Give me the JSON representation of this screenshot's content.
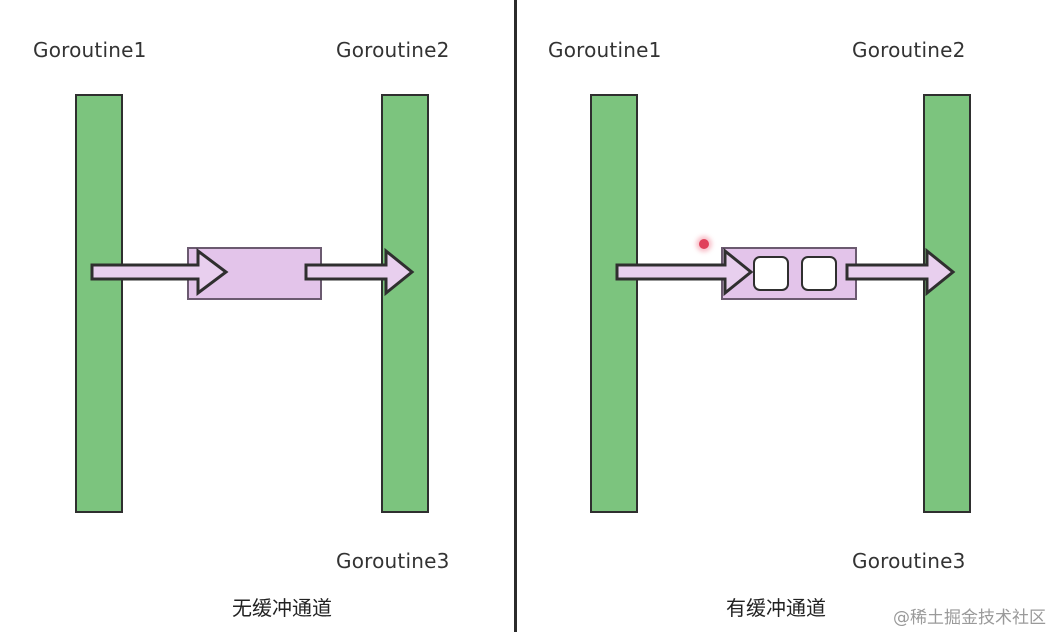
{
  "left_panel": {
    "goroutine1": "Goroutine1",
    "goroutine2": "Goroutine2",
    "goroutine3": "Goroutine3",
    "caption": "无缓冲通道"
  },
  "right_panel": {
    "goroutine1": "Goroutine1",
    "goroutine2": "Goroutine2",
    "goroutine3": "Goroutine3",
    "caption": "有缓冲通道",
    "buffer_slots": 2
  },
  "watermark": "@稀土掘金技术社区",
  "colors": {
    "goroutine_bar": "#7cc47e",
    "channel": "#e3c4ea",
    "arrow_fill": "#e8cfee",
    "outline": "#2f2f2f",
    "divider": "#2b2b2b"
  }
}
